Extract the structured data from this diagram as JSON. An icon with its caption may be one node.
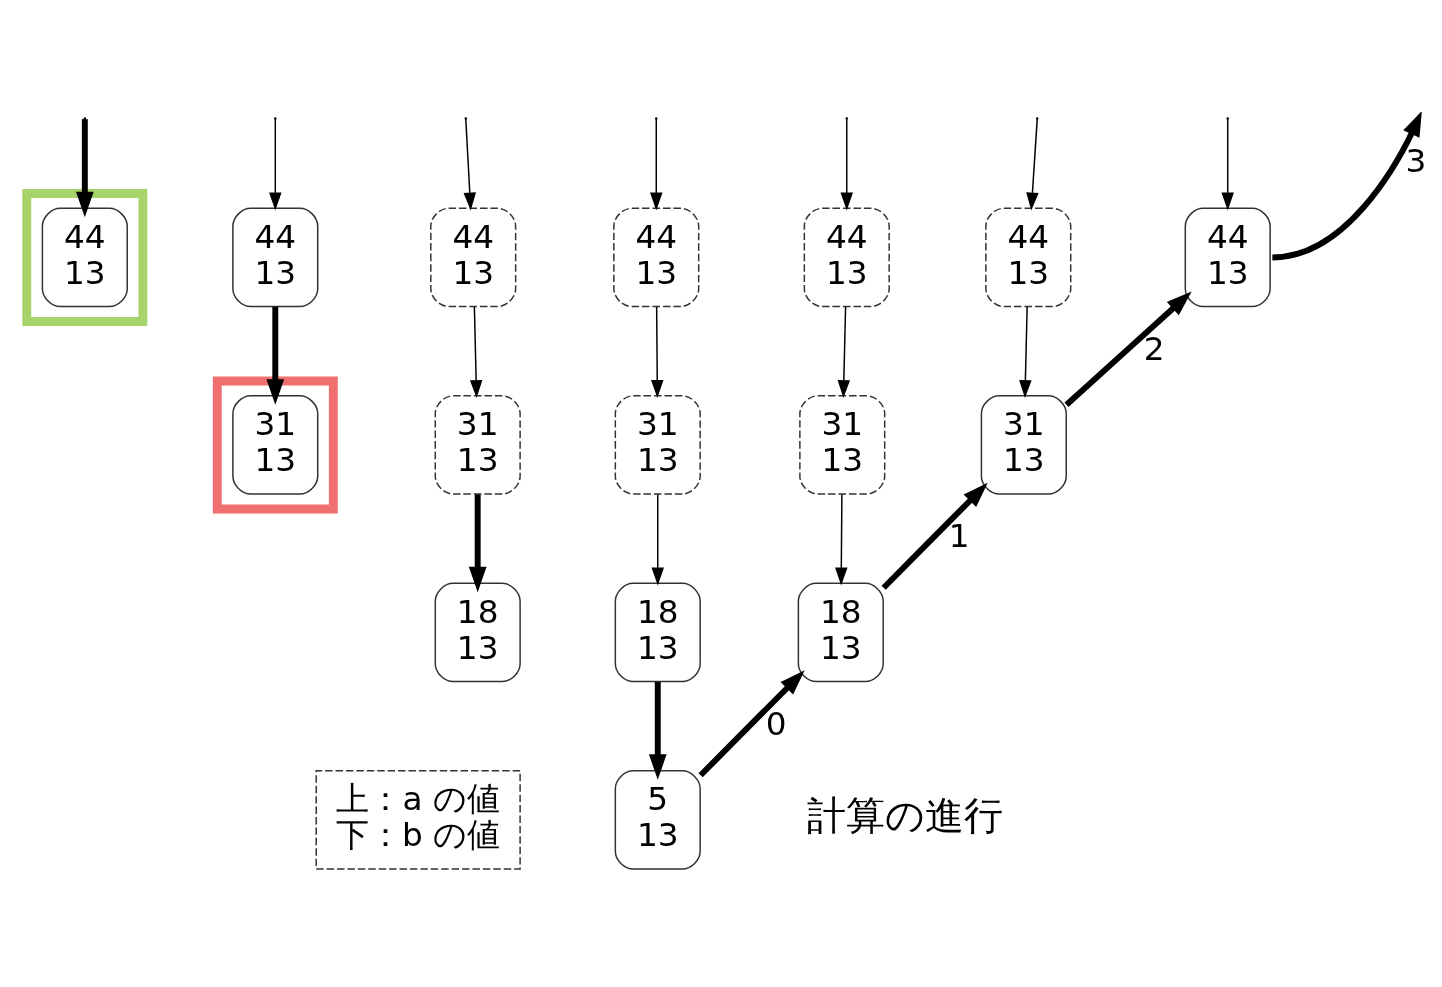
{
  "diagram": {
    "nodes": [
      {
        "text": [],
        "shape": "box"
      },
      {
        "text": [
          "44",
          "13"
        ],
        "in": 0
      },
      {
        "text": [
          "44",
          "13"
        ]
      },
      {
        "text": [
          "44",
          "13"
        ]
      },
      {
        "text": [
          "44",
          "13"
        ]
      },
      {
        "text": [
          "44",
          "13"
        ]
      },
      {
        "text": [
          "44",
          "13"
        ]
      },
      {
        "text": [
          "44",
          "13"
        ]
      },
      {
        "text": [],
        "shape": "box"
      },
      {
        "text": [
          "31",
          "13"
        ],
        "in": 8
      },
      {
        "text": [
          "31",
          "13"
        ]
      },
      {
        "text": [
          "31",
          "13"
        ]
      },
      {
        "text": [
          "31",
          "13"
        ]
      },
      {
        "text": [
          "31",
          "13"
        ]
      },
      {
        "text": [
          "18",
          "13"
        ]
      },
      {
        "text": [
          "18",
          "13"
        ]
      },
      {
        "text": [
          "18",
          "13"
        ]
      },
      {
        "text": [
          "上：a の値",
          "下：b の値"
        ]
      },
      {
        "text": [
          "5",
          "13"
        ]
      }
    ],
    "edges": [
      {
        "from": null,
        "to": 1,
        "arrow": "to",
        "style": "thick"
      },
      {
        "from": null,
        "to": 2,
        "arrow": "to"
      },
      {
        "from": null,
        "to": 3,
        "arrow": "to"
      },
      {
        "from": null,
        "to": 4,
        "arrow": "to"
      },
      {
        "from": null,
        "to": 5,
        "arrow": "to"
      },
      {
        "from": null,
        "to": 6,
        "arrow": "to"
      },
      {
        "from": 7,
        "to": null,
        "arrow": "to",
        "label": "3",
        "style": "thick"
      },
      {
        "from": null,
        "to": 7,
        "arrow": "to"
      },
      {
        "from": 2,
        "to": 9,
        "arrow": "to",
        "style": "thick"
      },
      {
        "from": 3,
        "to": 10,
        "arrow": "to"
      },
      {
        "from": 4,
        "to": 11,
        "arrow": "to"
      },
      {
        "from": 5,
        "to": 12,
        "arrow": "to"
      },
      {
        "from": 6,
        "to": 13,
        "arrow": "to"
      },
      {
        "from": 10,
        "to": 14,
        "arrow": "to",
        "style": "thick"
      },
      {
        "from": 11,
        "to": 15,
        "arrow": "to"
      },
      {
        "from": 12,
        "to": 16,
        "arrow": "to"
      },
      {
        "from": 15,
        "to": 18,
        "arrow": "to",
        "style": "thick"
      },
      {
        "from": 18,
        "to": 16,
        "arrow": "to",
        "label": "0",
        "style": "thick"
      },
      {
        "from": 16,
        "to": 13,
        "arrow": "to",
        "label": "1",
        "style": "thick"
      },
      {
        "from": 13,
        "to": 7,
        "arrow": "to",
        "label": "2",
        "style": "thick"
      }
    ],
    "labels": [
      "計算の進行"
    ]
  }
}
